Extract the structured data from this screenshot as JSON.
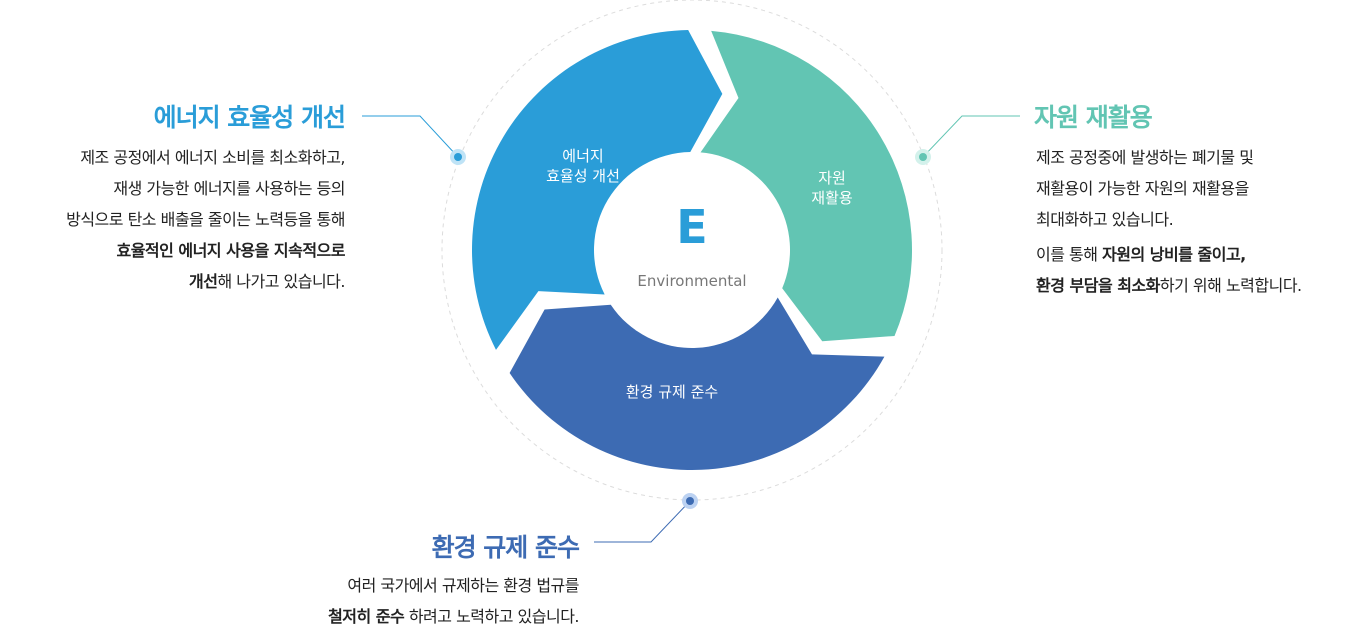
{
  "colors": {
    "energy": "#2a9dd8",
    "recycle": "#62c5b3",
    "regulation": "#3d6bb3"
  },
  "center": {
    "letter": "E",
    "label": "Environmental"
  },
  "segments": {
    "energy": {
      "line1": "에너지",
      "line2": "효율성 개선"
    },
    "recycle": {
      "line1": "자원",
      "line2": "재활용"
    },
    "regulation": {
      "line1": "환경 규제 준수"
    }
  },
  "energy": {
    "title": "에너지 효율성 개선",
    "lines": [
      "제조 공정에서 에너지 소비를 최소화하고,",
      "재생 가능한 에너지를 사용하는 등의",
      "방식으로 탄소 배출을 줄이는 노력등을 통해"
    ],
    "bold1": "효율적인 에너지 사용을 지속적으로",
    "bold2": "개선",
    "tail2": "해 나가고 있습니다."
  },
  "recycle": {
    "title": "자원 재활용",
    "lines": [
      "제조 공정중에 발생하는 폐기물 및",
      "재활용이 가능한 자원의 재활용을",
      "최대화하고 있습니다."
    ],
    "p2a": "이를 통해 ",
    "p2bold": "자원의 낭비를 줄이고,",
    "p3bold": "환경 부담을 최소화",
    "p3tail": "하기 위해 노력합니다."
  },
  "regulation": {
    "title": "환경 규제 준수",
    "line1": "여러 국가에서 규제하는 환경 법규를",
    "bold": "철저히 준수",
    "tail": " 하려고 노력하고 있습니다."
  }
}
